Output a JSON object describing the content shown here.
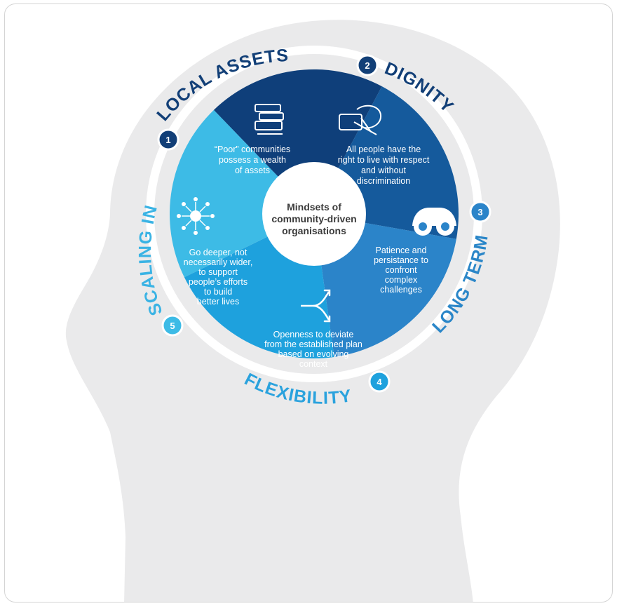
{
  "center": {
    "lines": [
      "Mindsets of",
      "community-driven",
      "organisations"
    ]
  },
  "segments": [
    {
      "number": "1",
      "label": "LOCAL ASSETS",
      "icon": "books-icon",
      "lines": [
        "“Poor” communities",
        "possess a wealth",
        "of assets"
      ],
      "color": "#0f3f7a"
    },
    {
      "number": "2",
      "label": "DIGNITY",
      "icon": "speech-bubbles-icon",
      "lines": [
        "All people have the",
        "right to live with respect",
        "and without",
        "discrimination"
      ],
      "color": "#155a9c"
    },
    {
      "number": "3",
      "label": "LONG TERM",
      "icon": "binoculars-icon",
      "lines": [
        "Patience and",
        "persistance to",
        "confront",
        "complex",
        "challenges"
      ],
      "color": "#2b84c9"
    },
    {
      "number": "4",
      "label": "FLEXIBILITY",
      "icon": "branching-arrow-icon",
      "lines": [
        "Openness to deviate",
        "from the established plan",
        "based on evolving",
        "context"
      ],
      "color": "#1ea1dd"
    },
    {
      "number": "5",
      "label": "SCALING IN",
      "icon": "network-node-icon",
      "lines": [
        "Go deeper, not",
        "necessarily wider,",
        "to support",
        "people’s efforts",
        "to build",
        "better lives"
      ],
      "color": "#3dbbe6"
    }
  ],
  "colors": {
    "head": "#eaeaeb",
    "ring": "#ffffff",
    "label_dark": "#123f77",
    "label_light": "#2aa2dd",
    "center": "#ffffff"
  }
}
